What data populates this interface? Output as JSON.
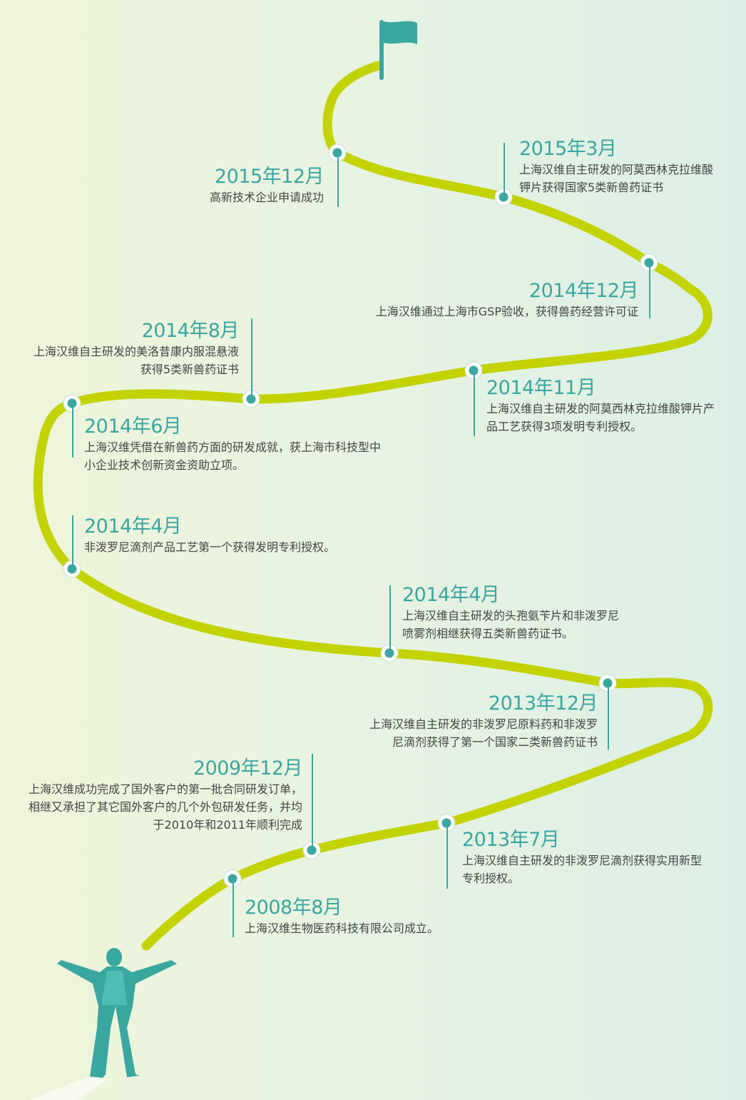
{
  "colors": {
    "road": "#c3d300",
    "accent": "#3aa6a0",
    "figure": "#37aaa3",
    "text": "#444444"
  },
  "icons": {
    "goal": "flag-icon",
    "start": "person-arms-raised-icon"
  },
  "timeline": [
    {
      "date": "2015年12月",
      "lines": [
        "高新技术企业申请成功"
      ]
    },
    {
      "date": "2015年3月",
      "lines": [
        "上海汉维自主研发的阿莫西林克拉维酸",
        "钾片获得国家5类新兽药证书"
      ]
    },
    {
      "date": "2014年12月",
      "lines": [
        "上海汉维通过上海市GSP验收，获得兽药经营许可证"
      ]
    },
    {
      "date": "2014年8月",
      "lines": [
        "上海汉维自主研发的美洛昔康内服混悬液",
        "获得5类新兽药证书"
      ]
    },
    {
      "date": "2014年11月",
      "lines": [
        "上海汉维自主研发的阿莫西林克拉维酸钾片产",
        "品工艺获得3项发明专利授权。"
      ]
    },
    {
      "date": "2014年6月",
      "lines": [
        "上海汉维凭借在新兽药方面的研发成就，获上海市科技型中",
        "小企业技术创新资金资助立项。"
      ]
    },
    {
      "date": "2014年4月",
      "lines": [
        "非泼罗尼滴剂产品工艺第一个获得发明专利授权。"
      ]
    },
    {
      "date": "2014年4月",
      "lines": [
        "上海汉维自主研发的头孢氨苄片和非泼罗尼",
        "喷雾剂相继获得五类新兽药证书。"
      ]
    },
    {
      "date": "2013年12月",
      "lines": [
        "上海汉维自主研发的非泼罗尼原料药和非泼罗",
        "尼滴剂获得了第一个国家二类新兽药证书"
      ]
    },
    {
      "date": "2009年12月",
      "lines": [
        "上海汉维成功完成了国外客户的第一批合同研发订单，",
        "相继又承担了其它国外客户的几个外包研发任务，并均",
        "于2010年和2011年顺利完成"
      ]
    },
    {
      "date": "2013年7月",
      "lines": [
        "上海汉维自主研发的非泼罗尼滴剂获得实用新型",
        "专利授权。"
      ]
    },
    {
      "date": "2008年8月",
      "lines": [
        "上海汉维生物医药科技有限公司成立。"
      ]
    }
  ]
}
